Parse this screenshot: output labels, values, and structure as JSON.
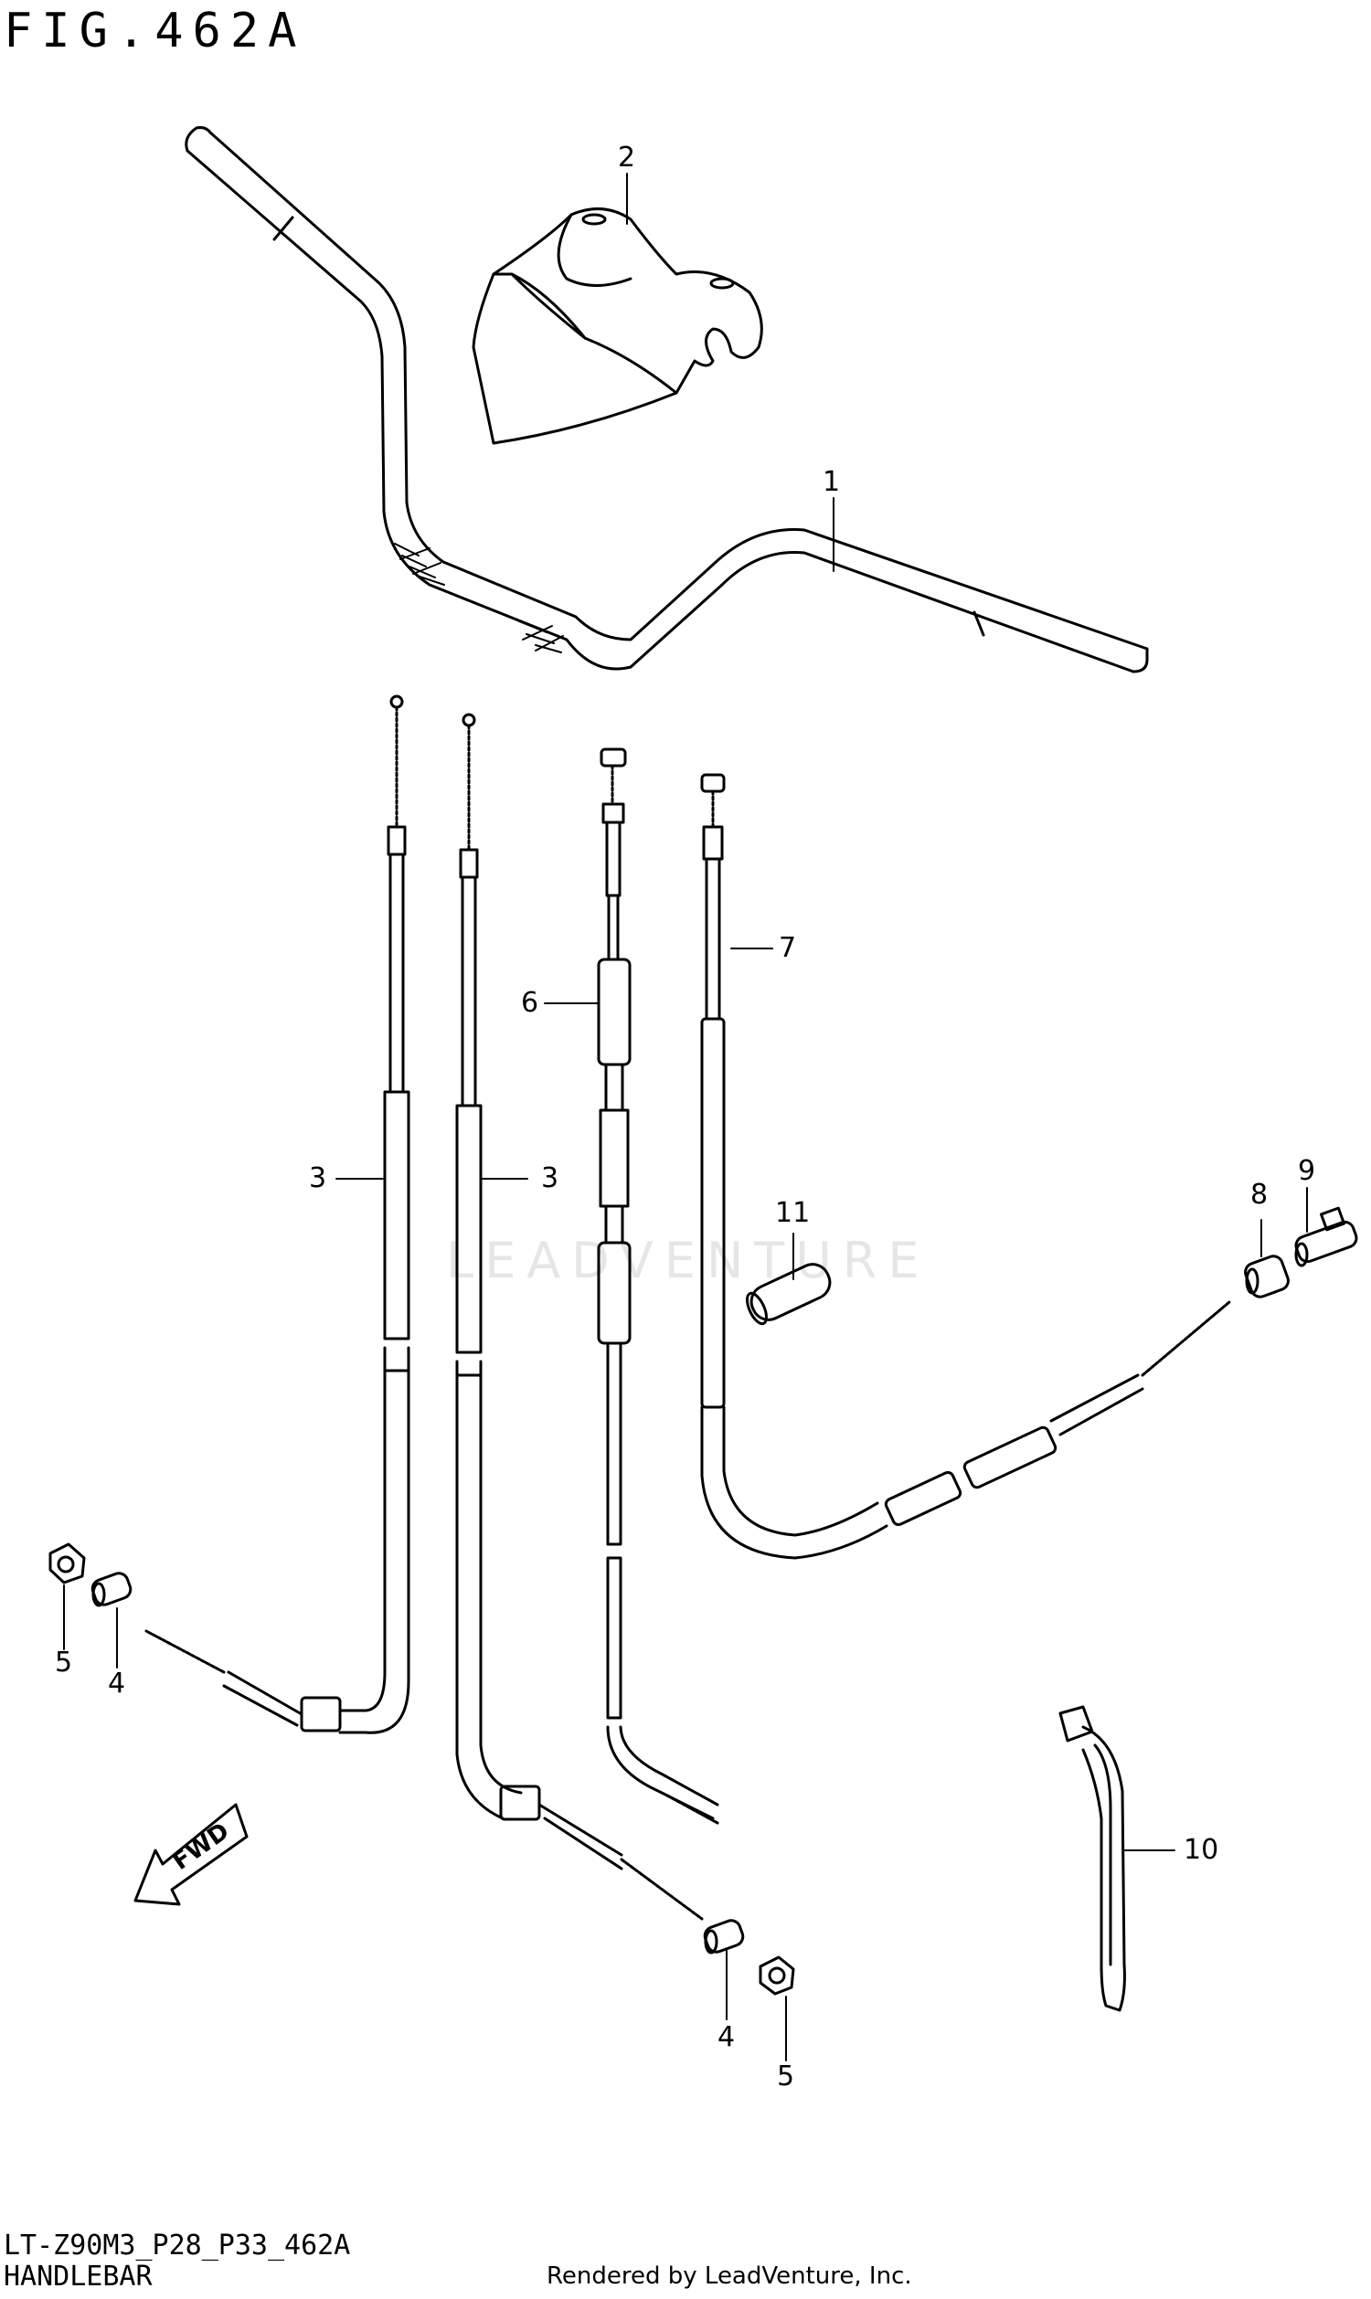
{
  "figure": {
    "title": "FIG.462A",
    "model_code": "LT-Z90M3_P28_P33_462A",
    "section_name": "HANDLEBAR",
    "credit": "Rendered by LeadVenture, Inc.",
    "watermark": "LEADVENTURE",
    "direction_label": "FWD"
  },
  "callouts": [
    {
      "id": "c1",
      "label": "1",
      "part": "handlebar"
    },
    {
      "id": "c2",
      "label": "2",
      "part": "handlebar-cover"
    },
    {
      "id": "c3a",
      "label": "3",
      "part": "brake-cable-front-left"
    },
    {
      "id": "c3b",
      "label": "3",
      "part": "brake-cable-front-right"
    },
    {
      "id": "c4a",
      "label": "4",
      "part": "adjuster-joint-left"
    },
    {
      "id": "c4b",
      "label": "4",
      "part": "adjuster-joint-right"
    },
    {
      "id": "c5a",
      "label": "5",
      "part": "adjuster-nut-left"
    },
    {
      "id": "c5b",
      "label": "5",
      "part": "adjuster-nut-right"
    },
    {
      "id": "c6",
      "label": "6",
      "part": "choke-cable"
    },
    {
      "id": "c7",
      "label": "7",
      "part": "throttle-cable"
    },
    {
      "id": "c8",
      "label": "8",
      "part": "cable-joint"
    },
    {
      "id": "c9",
      "label": "9",
      "part": "cable-end"
    },
    {
      "id": "c10",
      "label": "10",
      "part": "cable-clamp"
    },
    {
      "id": "c11",
      "label": "11",
      "part": "cable-protector"
    }
  ],
  "colors": {
    "ink": "#000000",
    "background": "#ffffff",
    "watermark": "#e6e6e6"
  }
}
